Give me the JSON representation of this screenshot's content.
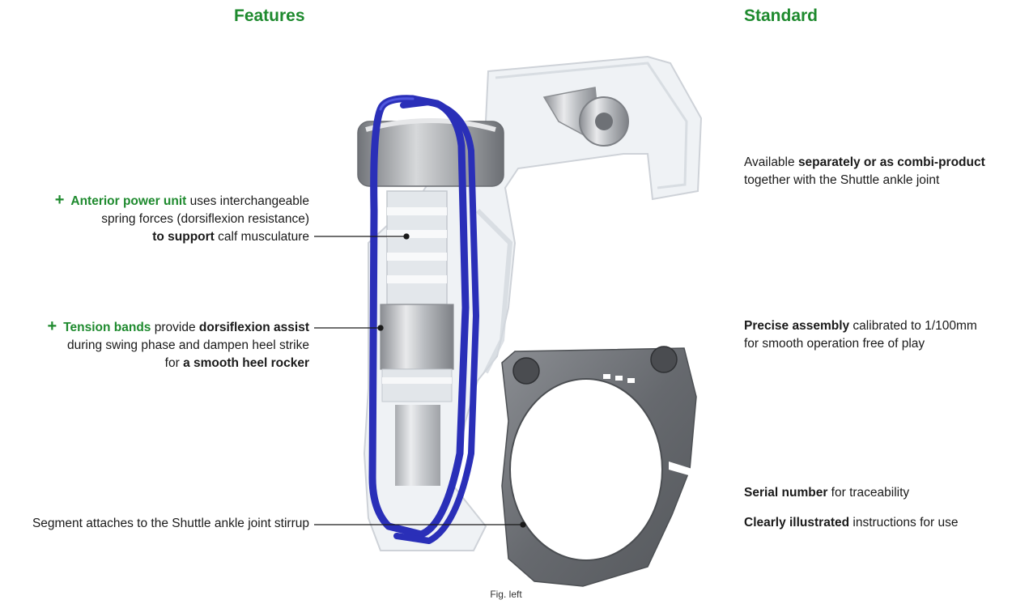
{
  "headings": {
    "features": "Features",
    "standard": "Standard"
  },
  "features": {
    "item1": {
      "plus": "+",
      "term": "Anterior power unit",
      "t1": " uses interchangeable",
      "line2": "spring forces (dorsiflexion resistance)",
      "bold3": "to support",
      "t3": " calf musculature"
    },
    "item2": {
      "plus": "+",
      "term": "Tension bands",
      "t1": " provide ",
      "bold1": "dorsiflexion assist",
      "line2": "during swing phase and dampen heel strike",
      "t3": "for ",
      "bold3": "a smooth heel rocker"
    },
    "item3": {
      "text": "Segment attaches to the Shuttle ankle joint stirrup"
    }
  },
  "standard": {
    "item1": {
      "t1": "Available ",
      "bold1": "separately or as combi-product",
      "line2": "together with the Shuttle ankle joint"
    },
    "item2": {
      "bold1": "Precise assembly",
      "t1": " calibrated to 1/100mm",
      "line2": "for smooth operation free of play"
    },
    "item3": {
      "bold1": "Serial number",
      "t1": " for traceability"
    },
    "item4": {
      "bold1": "Clearly illustrated",
      "t1": " instructions for use"
    }
  },
  "caption": "Fig. left",
  "colors": {
    "accent_green": "#1e8a2e",
    "band_blue": "#2a2fb8",
    "metal_dark": "#6b6e73",
    "housing_translucent": "#e8ecf0"
  }
}
